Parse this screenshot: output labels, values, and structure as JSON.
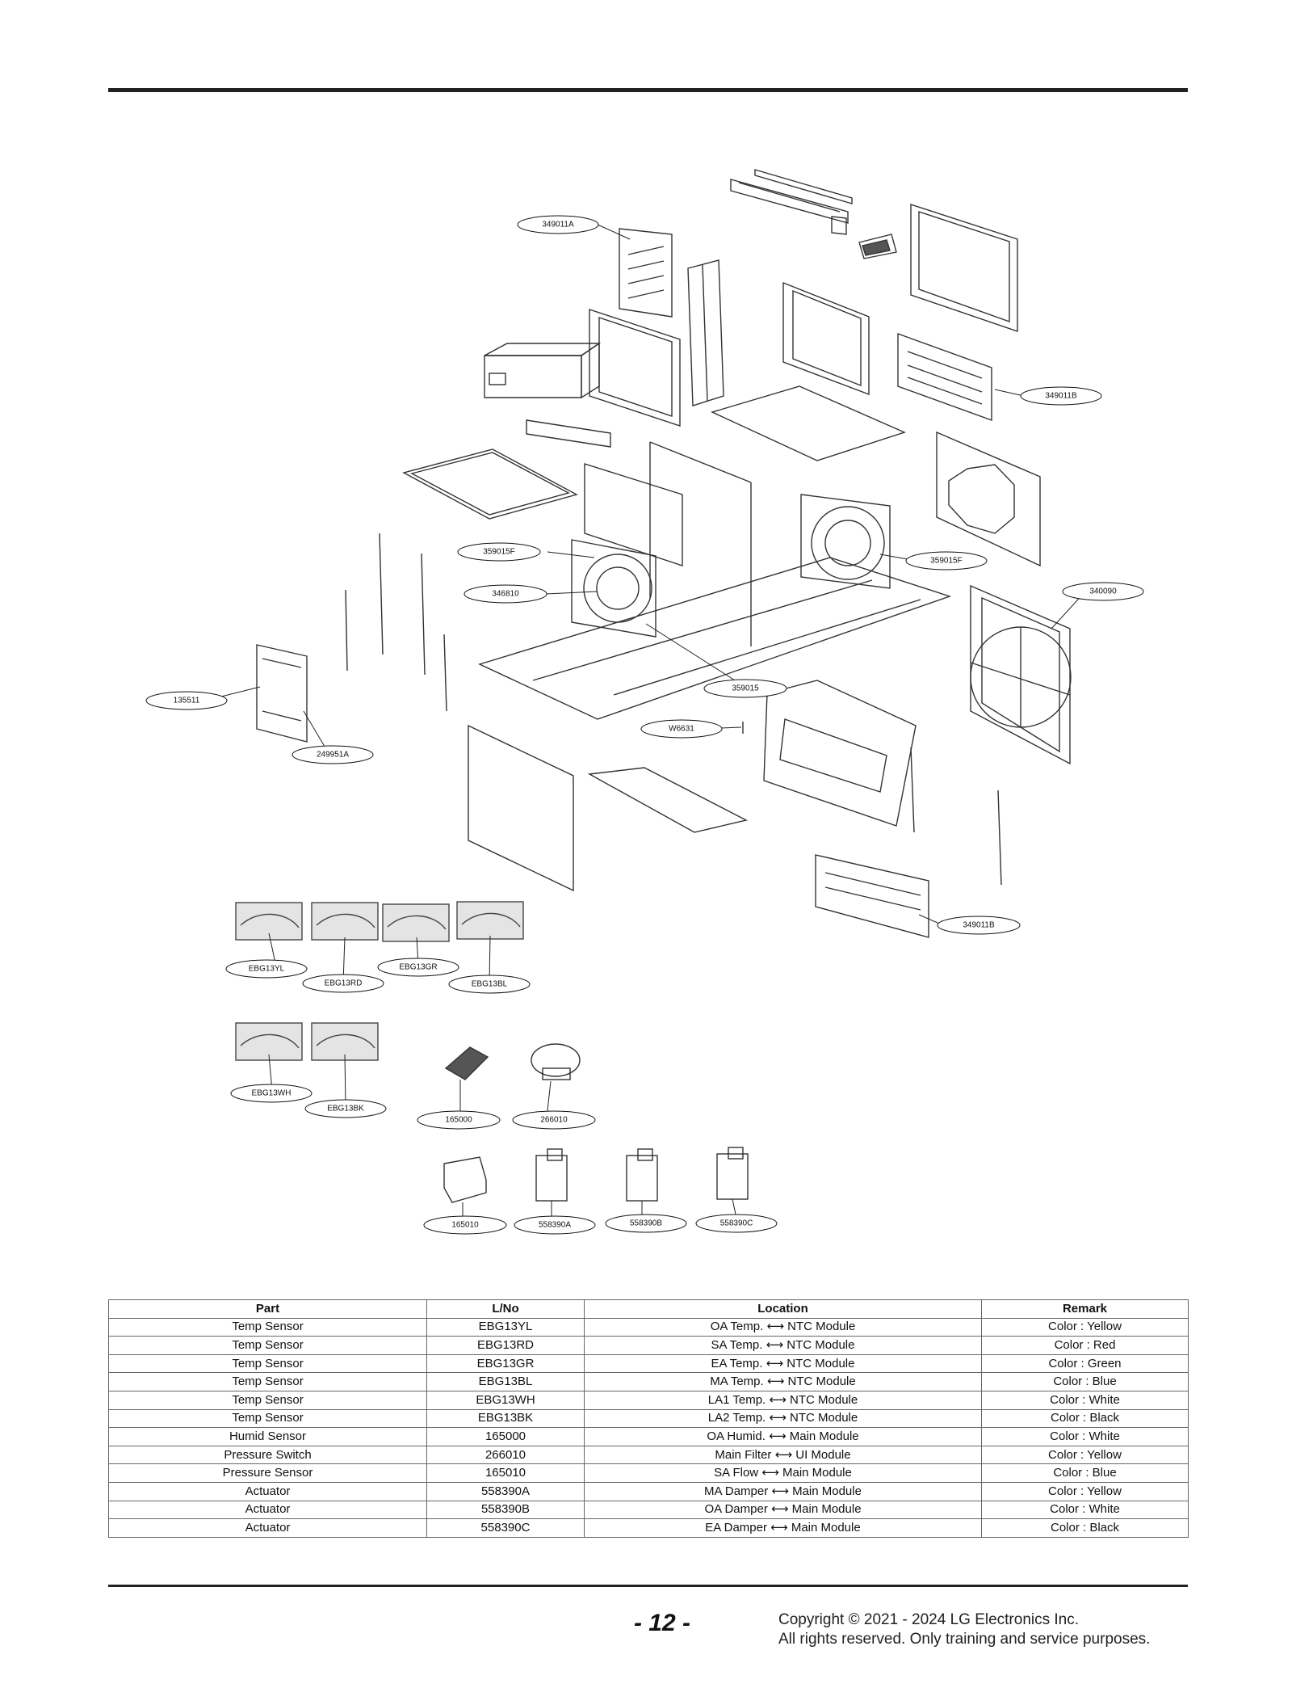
{
  "callouts": {
    "c349011A": "349011A",
    "c349011B_top": "349011B",
    "c359015F_left": "359015F",
    "c359015F_right": "359015F",
    "c346810": "346810",
    "c340090": "340090",
    "c359015": "359015",
    "cW6631": "W6631",
    "c135511": "135511",
    "c249951A": "249951A",
    "c349011B_bottom": "349011B",
    "cEBG13YL": "EBG13YL",
    "cEBG13RD": "EBG13RD",
    "cEBG13GR": "EBG13GR",
    "cEBG13BL": "EBG13BL",
    "cEBG13WH": "EBG13WH",
    "cEBG13BK": "EBG13BK",
    "c165000": "165000",
    "c266010": "266010",
    "c165010": "165010",
    "c558390A": "558390A",
    "c558390B": "558390B",
    "c558390C": "558390C"
  },
  "table": {
    "headers": [
      "Part",
      "L/No",
      "Location",
      "Remark"
    ],
    "rows": [
      [
        "Temp Sensor",
        "EBG13YL",
        "OA Temp. ⟷ NTC Module",
        "Color : Yellow"
      ],
      [
        "Temp Sensor",
        "EBG13RD",
        "SA Temp. ⟷ NTC Module",
        "Color : Red"
      ],
      [
        "Temp Sensor",
        "EBG13GR",
        "EA Temp. ⟷ NTC Module",
        "Color : Green"
      ],
      [
        "Temp Sensor",
        "EBG13BL",
        "MA Temp. ⟷ NTC Module",
        "Color : Blue"
      ],
      [
        "Temp Sensor",
        "EBG13WH",
        "LA1 Temp. ⟷ NTC Module",
        "Color : White"
      ],
      [
        "Temp Sensor",
        "EBG13BK",
        "LA2 Temp. ⟷ NTC Module",
        "Color : Black"
      ],
      [
        "Humid Sensor",
        "165000",
        "OA Humid. ⟷ Main Module",
        "Color : White"
      ],
      [
        "Pressure Switch",
        "266010",
        "Main Filter ⟷ UI Module",
        "Color : Yellow"
      ],
      [
        "Pressure Sensor",
        "165010",
        "SA Flow ⟷ Main Module",
        "Color : Blue"
      ],
      [
        "Actuator",
        "558390A",
        "MA Damper ⟷ Main Module",
        "Color : Yellow"
      ],
      [
        "Actuator",
        "558390B",
        "OA Damper ⟷ Main Module",
        "Color : White"
      ],
      [
        "Actuator",
        "558390C",
        "EA Damper ⟷ Main Module",
        "Color : Black"
      ]
    ]
  },
  "footer": {
    "page_number": "- 12 -",
    "copyright_line1": "Copyright © 2021 - 2024 LG Electronics Inc.",
    "copyright_line2": "All rights reserved. Only training and service purposes."
  }
}
